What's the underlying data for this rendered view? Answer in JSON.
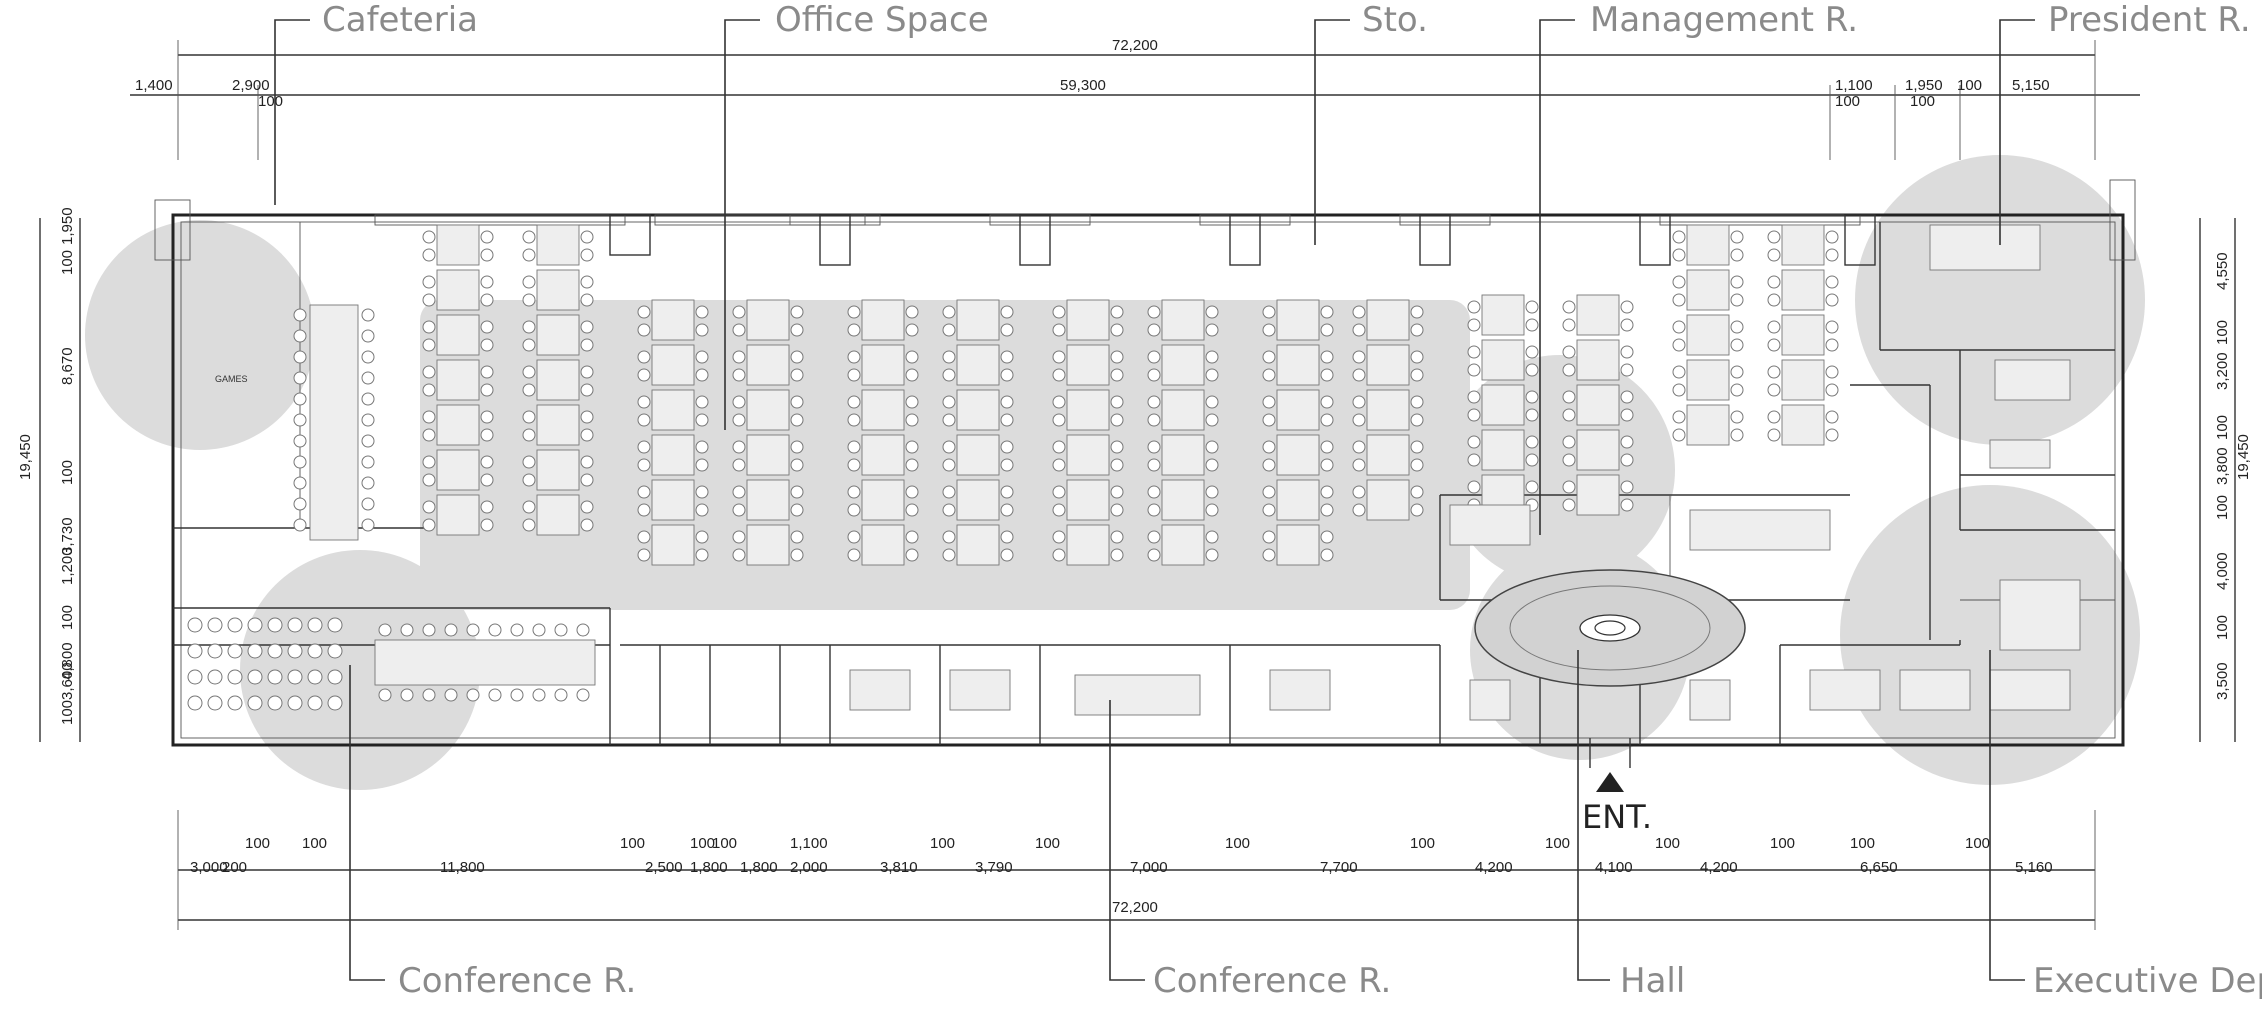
{
  "rooms": {
    "cafeteria": "Cafeteria",
    "office_space": "Office Space",
    "storage": "Sto.",
    "management": "Management R.",
    "president": "President R.",
    "conference_left": "Conference R.",
    "conference_mid": "Conference R.",
    "hall": "Hall",
    "executive": "Executive Dep."
  },
  "entrance": "ENT.",
  "dimensions": {
    "top_overall": "72,200",
    "top_inner": "59,300",
    "top_1400": "1,400",
    "top_2900": "2,900",
    "top_100a": "100",
    "top_1100": "1,100",
    "top_100b": "100",
    "top_1950": "1,950",
    "top_100c": "100",
    "top_100d": "100",
    "top_5150": "5,150",
    "bottom_overall": "72,200",
    "bottom_segments": [
      "3,000",
      "200",
      "11,800",
      "2,500",
      "1,800",
      "1,800",
      "2,000",
      "3,810",
      "3,790",
      "7,000",
      "7,700",
      "4,200",
      "4,100",
      "4,200",
      "6,650",
      "5,160"
    ],
    "bottom_small": [
      "100",
      "100",
      "100",
      "100",
      "100",
      "1,100",
      "100",
      "100",
      "100",
      "100",
      "100",
      "100",
      "100",
      "100",
      "100"
    ],
    "left_overall": "19,450",
    "left_segments": [
      "1,950",
      "100",
      "8,670",
      "100",
      "3,730",
      "1,200",
      "100",
      "4,800",
      "3,600",
      "100"
    ],
    "right_overall": "19,450",
    "right_segments": [
      "4,550",
      "100",
      "3,200",
      "100",
      "3,800",
      "100",
      "4,000",
      "100",
      "3,500"
    ],
    "games": "GAMES"
  }
}
